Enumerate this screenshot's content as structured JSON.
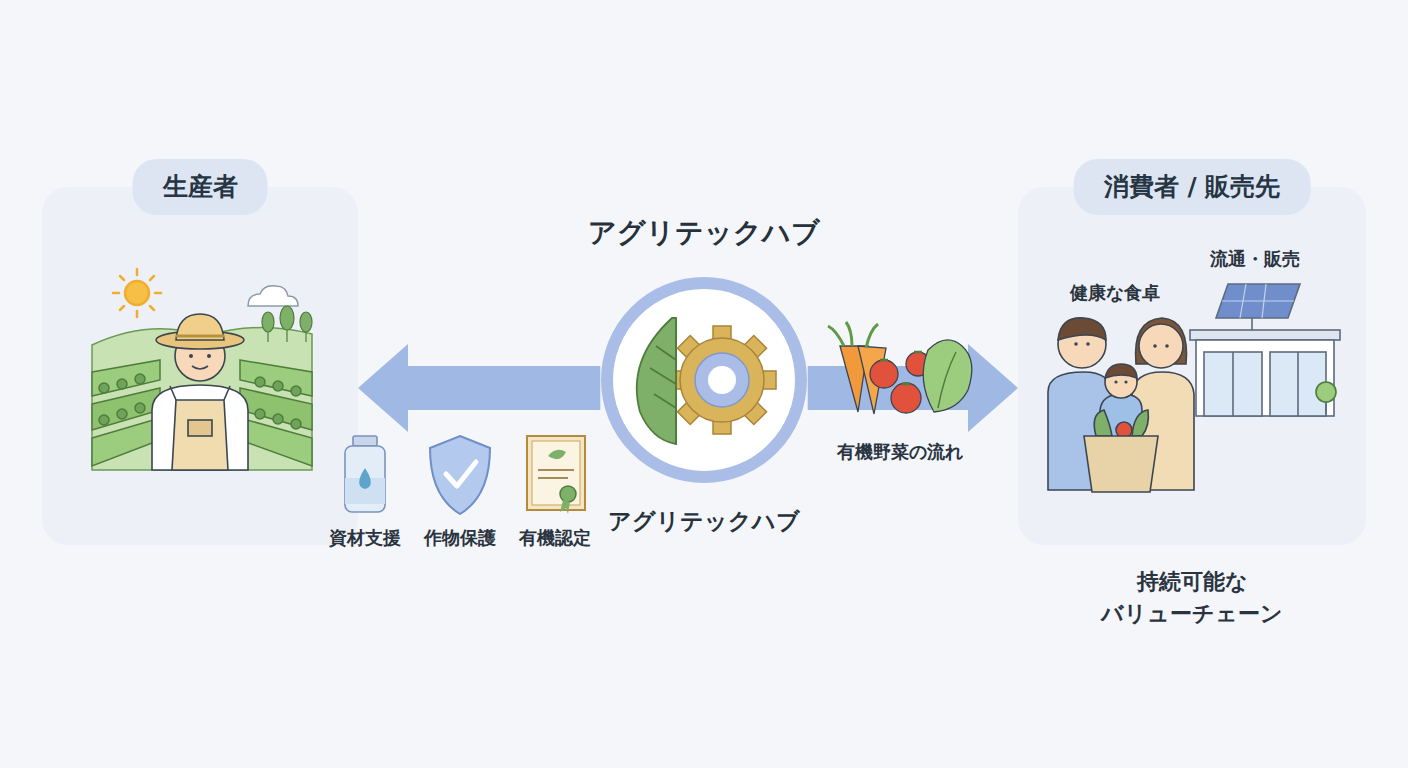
{
  "diagram": {
    "nodes": [
      {
        "text": [
          "生産者"
        ]
      },
      {
        "text": [
          "アグリテックハブ",
          "アグリテックハブ"
        ]
      },
      {
        "text": [
          "消費者 / 販売先"
        ]
      }
    ],
    "edges": [
      {
        "from": 1,
        "to": 0,
        "arrow": "to"
      },
      {
        "from": 1,
        "to": 2,
        "label": "有機野菜の流れ",
        "arrow": "to"
      }
    ],
    "labels": [
      "資材支援",
      "作物保護",
      "有機認定",
      "健康な食卓",
      "流通・販売",
      "持続可能な バリューチェーン"
    ]
  }
}
